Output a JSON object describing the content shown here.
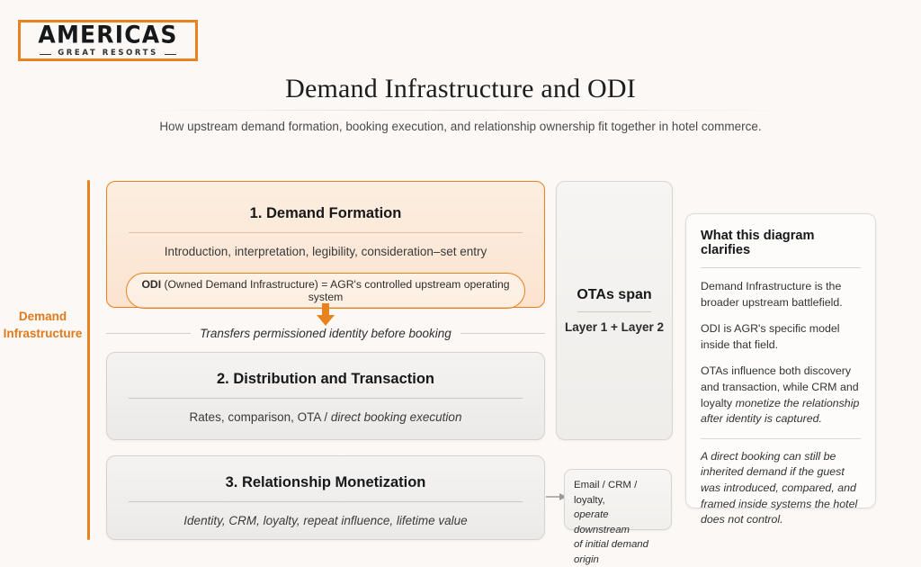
{
  "brand": {
    "name": "AMERICAS",
    "tagline": "GREAT RESORTS",
    "accent": "#e8821e"
  },
  "header": {
    "title": "Demand Infrastructure and ODI",
    "subtitle": "How upstream demand formation, booking execution, and relationship ownership fit together in hotel commerce."
  },
  "rail": {
    "label_line1": "Demand",
    "label_line2": "Infrastructure",
    "color": "#e8821e"
  },
  "layers": [
    {
      "title": "1. Demand Formation",
      "desc": "Introduction, interpretation, legibility, consideration–set entry",
      "pill_strong": "ODI",
      "pill_rest": " (Owned Demand Infrastructure) = AGR's controlled upstream operating system",
      "accent": true
    },
    {
      "title": "2. Distribution and Transaction",
      "desc_plain": "Rates, comparison, OTA / ",
      "desc_italic": "direct booking execution",
      "accent": false
    },
    {
      "title": "3. Relationship Monetization",
      "desc": "Identity, CRM, loyalty, repeat influence, lifetime value",
      "accent": false
    }
  ],
  "transfer": {
    "label": "Transfers permissioned identity before booking"
  },
  "ota_span": {
    "title": "OTAs span",
    "subtitle": "Layer 1 + Layer 2"
  },
  "note_box": {
    "line1": "Email / CRM / loyalty,",
    "line2": "operate downstream",
    "line3": "of initial demand origin"
  },
  "clarifies": {
    "title": "What this diagram clarifies",
    "p1": "Demand Infrastructure is the broader upstream battlefield.",
    "p2": "ODI is AGR's specific model inside that field.",
    "p3_plain": "OTAs influence both discovery and transaction, while CRM and loyalty ",
    "p3_italic": "monetize the relationship after identity is captured.",
    "p4": "A direct booking can still be inherited demand if the guest was introduced, compared, and framed inside systems the hotel does not control."
  }
}
